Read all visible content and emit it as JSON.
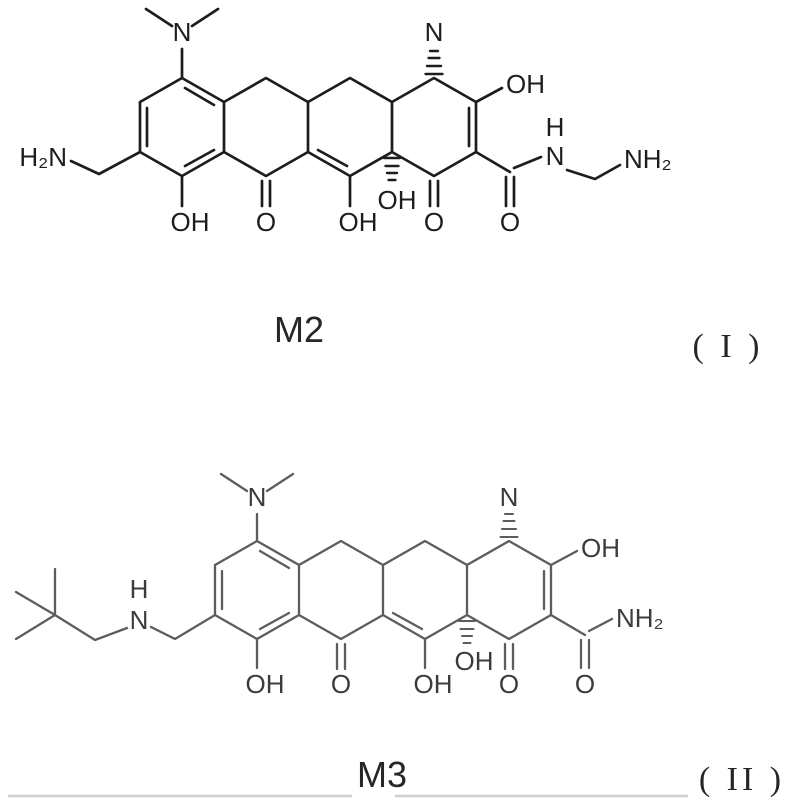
{
  "colors": {
    "m2_ink": "#1d1d1d",
    "m3_ink": "#5d5d5d",
    "m3_text": "#3c3c3c",
    "caption": "#262626",
    "artifact_rule": "#cfcfcf"
  },
  "m2": {
    "caption": "M2",
    "numeral": "( I )",
    "atoms": {
      "dimethylamino_left_n": "N",
      "dimethylamino_right_n": "N",
      "aminomethyl_h2n": "H₂N",
      "phenol_oh": "OH",
      "ketone_o_11": "O",
      "enol_oh_12": "OH",
      "hydroxy_oh_12a": "OH",
      "ketone_o_1": "O",
      "enol_oh_3": "OH",
      "amide_o": "O",
      "amide_n": "N",
      "amide_h": "H",
      "terminal_nh2": "NH₂"
    }
  },
  "m3": {
    "caption": "M3",
    "numeral": "( II )",
    "atoms": {
      "dimethylamino_left_n": "N",
      "dimethylamino_right_n": "N",
      "amine_h": "H",
      "amine_n": "N",
      "phenol_oh": "OH",
      "ketone_o_11": "O",
      "enol_oh_12": "OH",
      "hydroxy_oh_12a": "OH",
      "ketone_o_1": "O",
      "enol_oh_3": "OH",
      "amide_nh2": "NH₂",
      "amide_o": "O"
    }
  }
}
